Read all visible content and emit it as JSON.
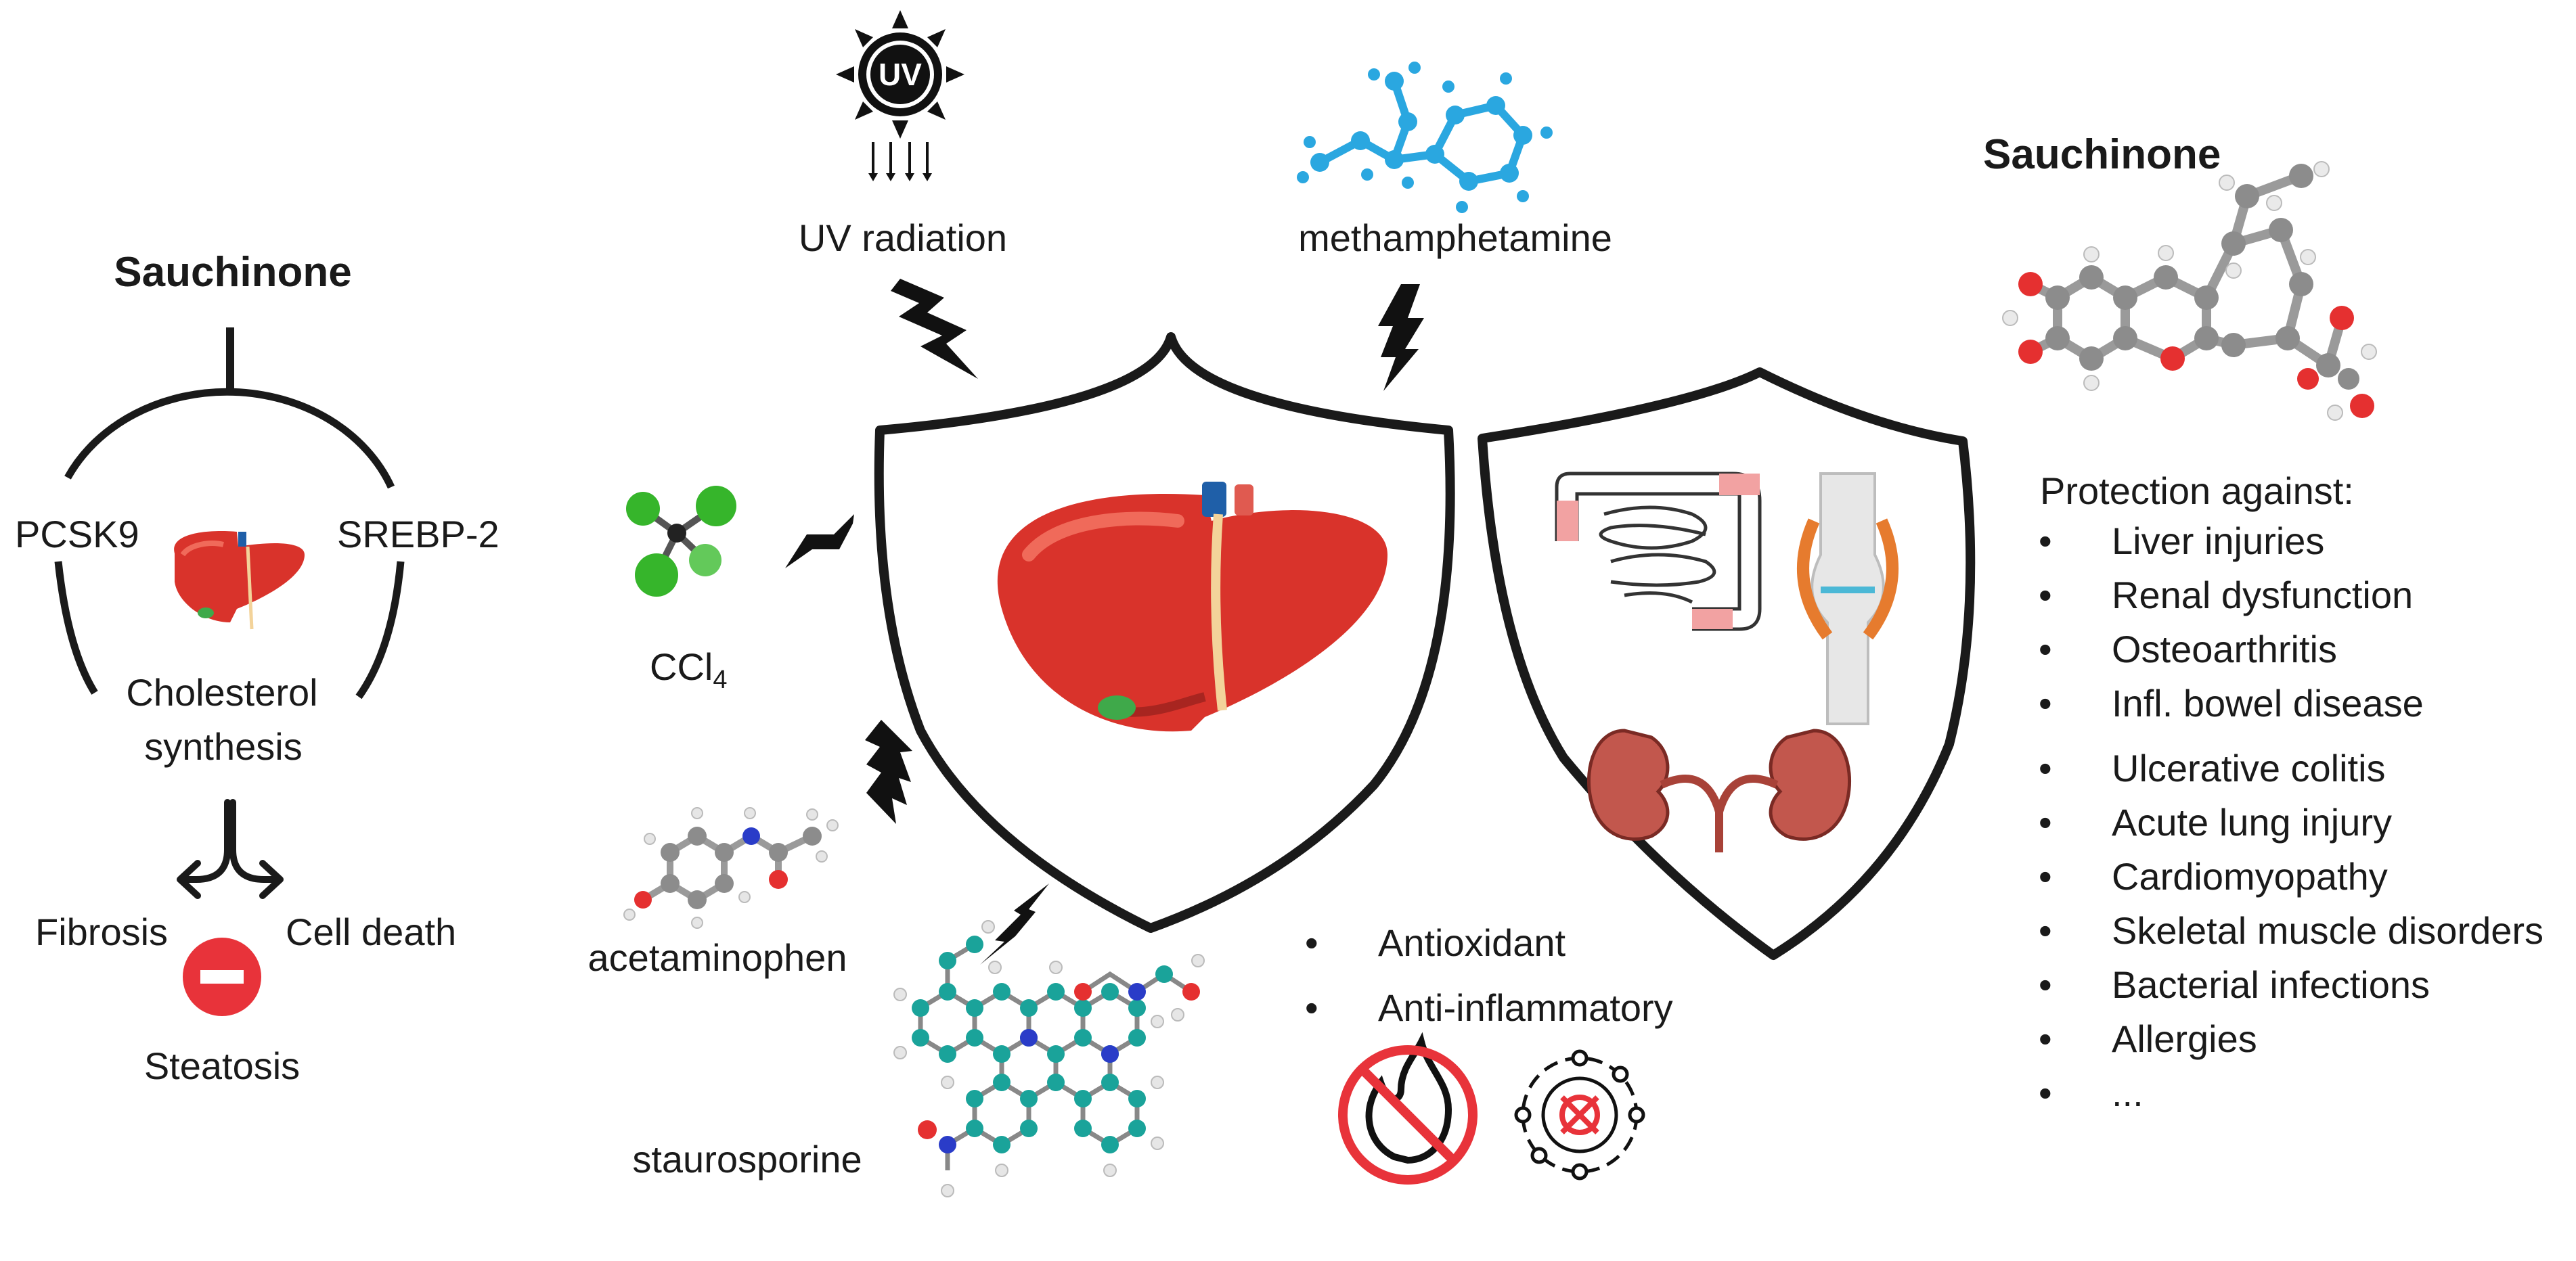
{
  "left": {
    "title": "Sauchinone",
    "left_target": "PCSK9",
    "right_target": "SREBP-2",
    "process_line1": "Cholesterol",
    "process_line2": "synthesis",
    "outcome_left": "Fibrosis",
    "outcome_right": "Cell death",
    "outcome_bottom": "Steatosis",
    "inhibit_color": "#e8333a"
  },
  "stressors": {
    "uv_icon_text": "UV",
    "uv_label": "UV radiation",
    "meth_label": "methamphetamine",
    "ccl4_label": "CCl",
    "ccl4_subscript": "4",
    "acetaminophen_label": "acetaminophen",
    "staurosporine_label": "staurosporine"
  },
  "center": {
    "bullet": "•",
    "properties": [
      "Antioxidant",
      "Anti-inflammatory"
    ]
  },
  "right": {
    "title": "Sauchinone",
    "protection_heading": "Protection against:",
    "bullet": "•",
    "conditions": [
      "Liver injuries",
      "Renal dysfunction",
      "Osteoarthritis",
      "Infl. bowel disease",
      "Ulcerative colitis",
      "Acute lung injury",
      "Cardiomyopathy",
      "Skeletal muscle disorders",
      "Bacterial infections",
      "Allergies",
      "..."
    ]
  },
  "colors": {
    "liver": "#d9332b",
    "liver_highlight": "#f06a5a",
    "ban_red": "#e8333a",
    "molecule_blue": "#2aa7e0",
    "oxygen_red": "#e53030",
    "carbon_grey": "#8c8c8c",
    "chlorine_green": "#36b52b",
    "staurosporine_teal": "#1aa39a",
    "nitrogen_blue": "#2a3cc8",
    "kidney": "#c2574d",
    "intestine_pink": "#f2a2a2"
  }
}
